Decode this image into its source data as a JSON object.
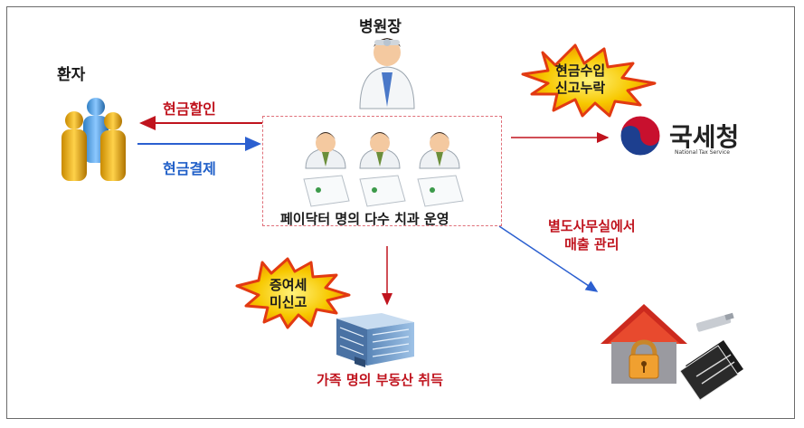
{
  "labels": {
    "patient": "환자",
    "director": "병원장",
    "cash_discount": "현금할인",
    "cash_payment": "현금결제",
    "operation": "페이닥터 명의 다수 치과 운영",
    "unreported_income_line1": "현금수입",
    "unreported_income_line2": "신고누락",
    "nts_name": "국세청",
    "nts_english": "National Tax Service",
    "separate_office_line1": "별도사무실에서",
    "separate_office_line2": "매출 관리",
    "gift_tax_line1": "증여세",
    "gift_tax_line2": "미신고",
    "real_estate": "가족 명의 부동산 취득"
  },
  "colors": {
    "red_text": "#c0141e",
    "blue_text": "#1f5fc8",
    "burst_fill": "#f5b800",
    "burst_outline": "#e23a12",
    "nts_red": "#c8102e",
    "nts_blue": "#1d3f8f"
  },
  "icons": {
    "patients": "people-group-icon",
    "director": "doctor-icon",
    "dentists": "doctor-bust-icon",
    "documents": "document-icon",
    "nts_logo": "taegeuk-logo",
    "building": "office-building-icon",
    "house": "locked-house-icon",
    "usb": "usb-drive-icon",
    "ledger": "ledger-book-icon"
  }
}
